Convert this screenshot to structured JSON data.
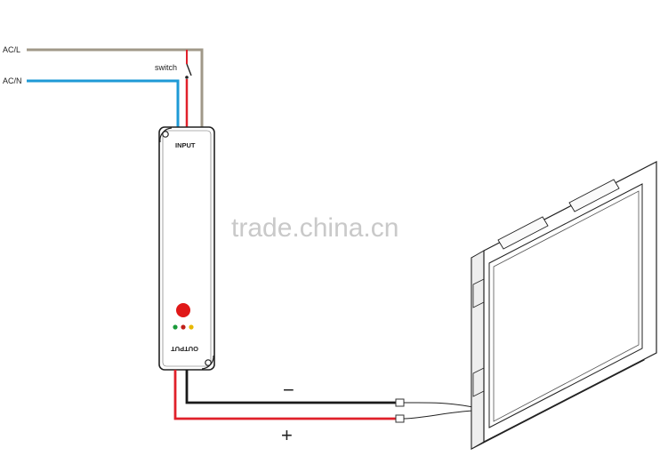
{
  "labels": {
    "ac_l": "AC/L",
    "ac_n": "AC/N",
    "switch": "switch",
    "input": "INPUT",
    "output": "OUTPUT",
    "minus": "−",
    "plus": "+"
  },
  "watermark": "trade.china.cn",
  "colors": {
    "wire_line": "#a09888",
    "wire_neutral": "#1e9ad6",
    "wire_red": "#e0202a",
    "wire_black": "#1a1a1a",
    "power_led": "#e01818",
    "led_green": "#1a9a3a",
    "led_red": "#c0201a",
    "led_yellow": "#e8b800"
  }
}
